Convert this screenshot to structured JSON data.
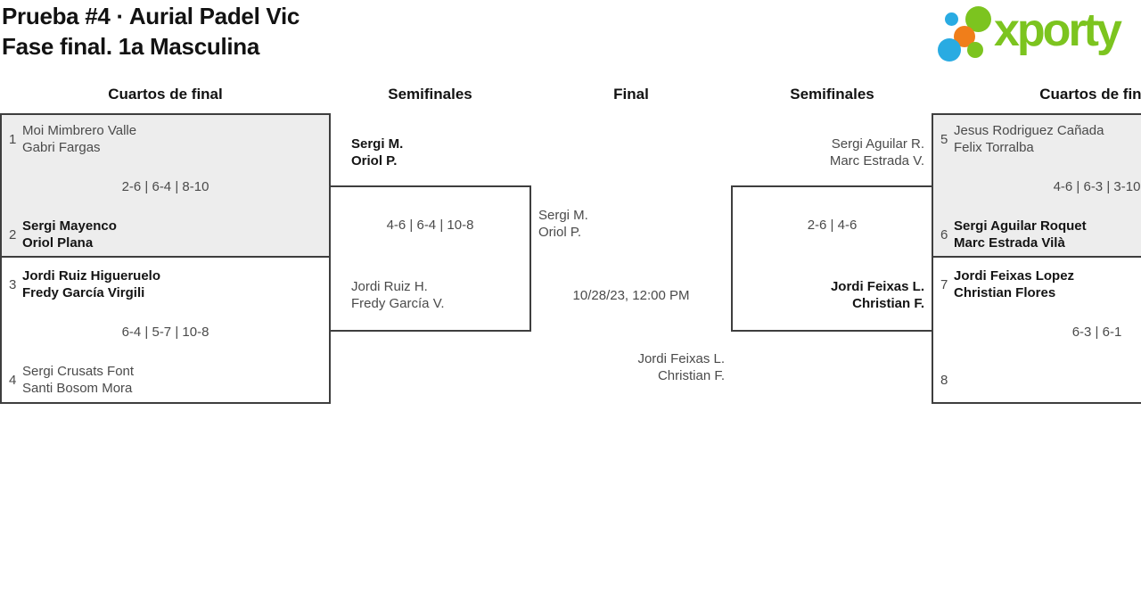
{
  "page": {
    "title_line1": "Prueba #4 · Aurial Padel Vic",
    "title_line2": "Fase final. 1a Masculina"
  },
  "logo": {
    "text": "xporty"
  },
  "colors": {
    "logo_green": "#7cc41f",
    "logo_blue": "#29abe2",
    "logo_orange": "#f07e1a",
    "box_gray_background": "#ededed",
    "box_border": "#3e3e3e"
  },
  "round_headers": {
    "qf_left": "Cuartos de final",
    "sf_left": "Semifinales",
    "final": "Final",
    "sf_right": "Semifinales",
    "qf_right": "Cuartos de final"
  },
  "bracket": {
    "qf1": {
      "seed_top": "1",
      "top_name1": "Moi Mimbrero Valle",
      "top_name2": "Gabri Fargas",
      "score": "2-6 | 6-4 | 8-10",
      "seed_bottom": "2",
      "bottom_name1": "Sergi Mayenco",
      "bottom_name2": "Oriol Plana"
    },
    "qf2": {
      "seed_top": "3",
      "top_name1": "Jordi Ruiz Higueruelo",
      "top_name2": "Fredy García Virgili",
      "score": "6-4 | 5-7 | 10-8",
      "seed_bottom": "4",
      "bottom_name1": "Sergi Crusats Font",
      "bottom_name2": "Santi Bosom Mora"
    },
    "sf_left": {
      "top_name1": "Sergi M.",
      "top_name2": "Oriol P.",
      "score": "4-6 | 6-4 | 10-8",
      "bottom_name1": "Jordi Ruiz H.",
      "bottom_name2": "Fredy García V."
    },
    "final": {
      "top_name1": "Sergi M.",
      "top_name2": "Oriol P.",
      "date": "10/28/23, 12:00 PM",
      "bottom_name1": "Jordi Feixas L.",
      "bottom_name2": "Christian F."
    },
    "sf_right": {
      "top_name1": "Sergi Aguilar R.",
      "top_name2": "Marc Estrada V.",
      "score": "2-6 | 4-6",
      "bottom_name1": "Jordi Feixas L.",
      "bottom_name2": "Christian F."
    },
    "qf3": {
      "seed_top": "5",
      "top_name1": "Jesus Rodriguez Cañada",
      "top_name2": "Felix Torralba",
      "score": "4-6 | 6-3 | 3-10",
      "seed_bottom": "6",
      "bottom_name1": "Sergi Aguilar Roquet",
      "bottom_name2": "Marc Estrada Vilà"
    },
    "qf4": {
      "seed_top": "7",
      "top_name1": "Jordi Feixas Lopez",
      "top_name2": "Christian Flores",
      "score": "6-3 | 6-1",
      "seed_bottom": "8",
      "bottom_name1": "",
      "bottom_name2": ""
    }
  }
}
